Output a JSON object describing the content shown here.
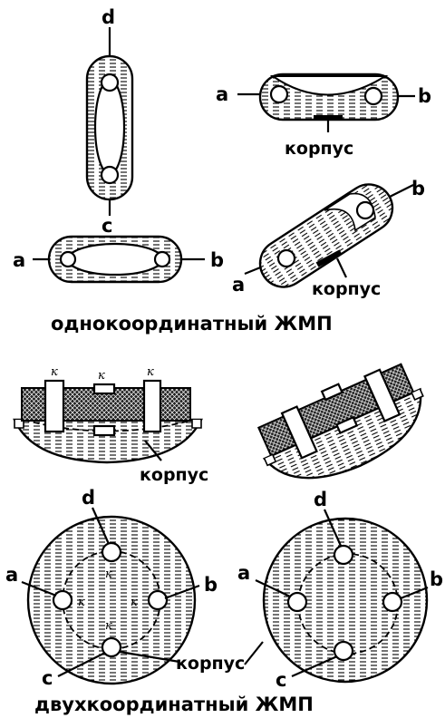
{
  "labels": {
    "d": "d",
    "c": "c",
    "a": "a",
    "b": "b",
    "k": "к",
    "korpus": "корпус"
  },
  "captions": {
    "one_coord": "однокоординатный ЖМП",
    "two_coord": "двухкоординатный ЖМП"
  }
}
